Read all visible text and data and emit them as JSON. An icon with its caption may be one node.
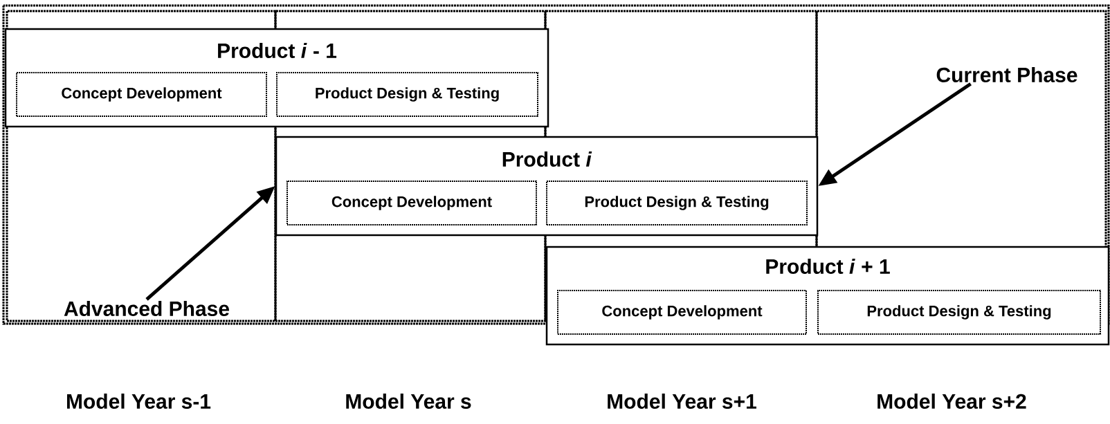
{
  "diagram": {
    "nodes": [
      {
        "text": [
          "Product *i* - 1"
        ]
      },
      {
        "text": [
          "Concept Development"
        ],
        "in": 0
      },
      {
        "text": [
          "Product Design & Testing"
        ],
        "in": 0
      },
      {
        "text": [
          "Current Phase"
        ]
      },
      {
        "text": [
          "Product *i*"
        ]
      },
      {
        "text": [
          "Concept Development"
        ],
        "in": 4
      },
      {
        "text": [
          "Product Design & Testing"
        ],
        "in": 4
      },
      {
        "text": [
          "Product *i* + 1"
        ]
      },
      {
        "text": [
          "Concept Development"
        ],
        "in": 7
      },
      {
        "text": [
          "Product Design & Testing"
        ],
        "in": 7
      },
      {
        "text": [
          "Advanced Phase"
        ]
      }
    ],
    "edges": [
      {
        "from": 3,
        "to": 4,
        "arrow": "to"
      },
      {
        "from": 10,
        "to": 4,
        "arrow": "to"
      }
    ],
    "labels": [
      "Model Year s-1",
      "Model Year s",
      "Model Year s+1",
      "Model Year s+2"
    ]
  }
}
